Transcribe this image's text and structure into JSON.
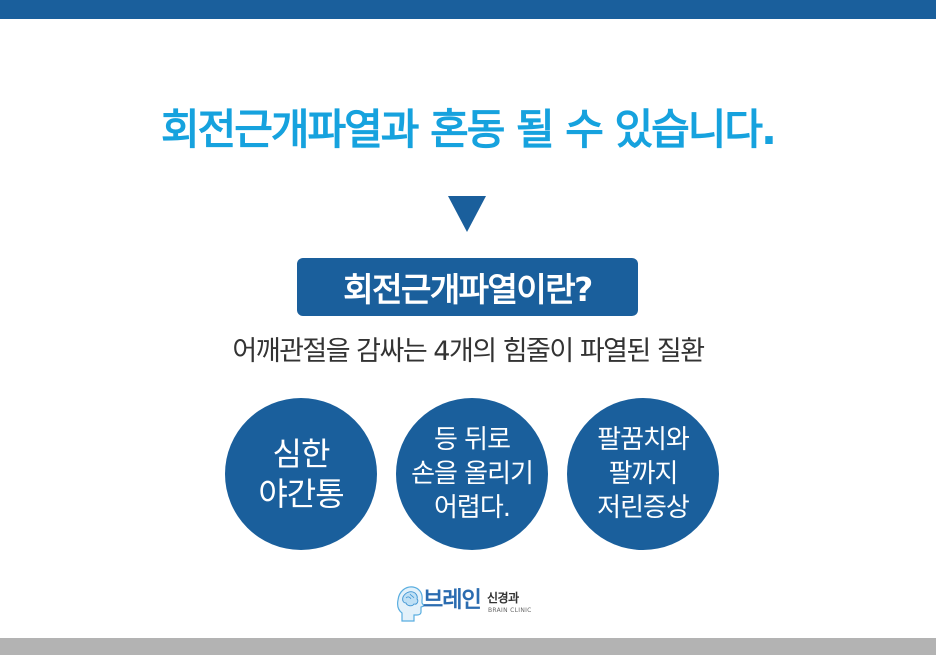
{
  "headline": "회전근개파열과 혼동 될 수 있습니다.",
  "pill_title": "회전근개파열이란?",
  "definition": "어깨관절을 감싸는 4개의 힘줄이 파열된 질환",
  "symptoms": [
    {
      "lines": [
        "심한",
        "야간통"
      ]
    },
    {
      "lines": [
        "등 뒤로",
        "손을 올리기",
        "어렵다."
      ]
    },
    {
      "lines": [
        "팔꿈치와",
        "팔까지",
        "저린증상"
      ]
    }
  ],
  "logo": {
    "main": "브레인",
    "sub": "신경과",
    "en": "BRAIN CLINIC",
    "icon": "brain-head-icon"
  },
  "colors": {
    "accent_blue": "#16a2de",
    "navy": "#1a5f9c",
    "footer_gray": "#b3b3b3"
  }
}
